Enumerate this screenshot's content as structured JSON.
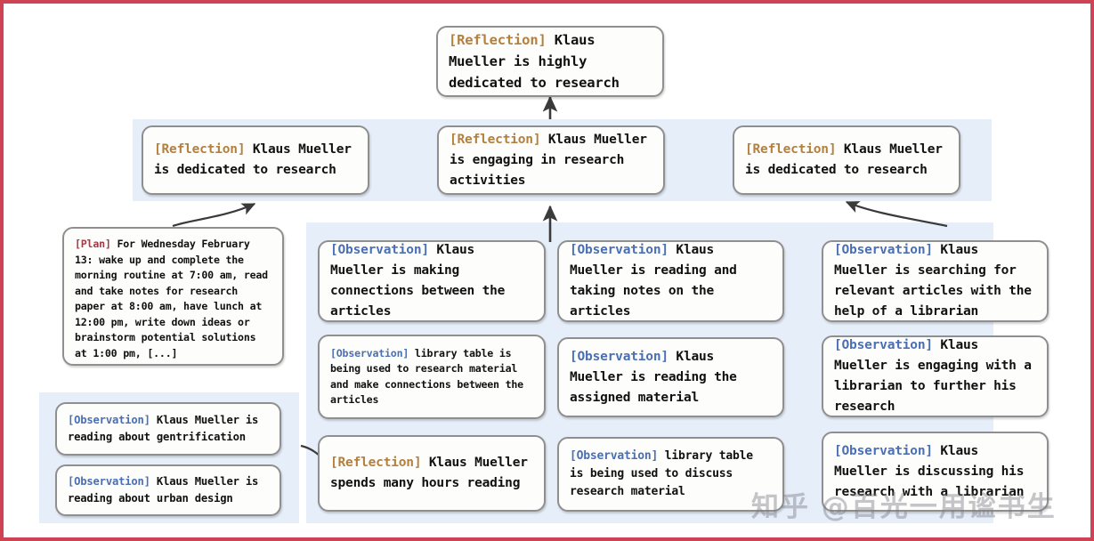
{
  "diagram": {
    "title_node": {
      "tag": "[Reflection]",
      "text": " Klaus Mueller is highly dedicated to research"
    },
    "reflections": [
      {
        "tag": "[Reflection]",
        "text": " Klaus Mueller is dedicated to research"
      },
      {
        "tag": "[Reflection]",
        "text": " Klaus Mueller is engaging in research activities"
      },
      {
        "tag": "[Reflection]",
        "text": " Klaus Mueller is dedicated to research"
      }
    ],
    "plan_node": {
      "tag": "[Plan]",
      "text": " For Wednesday February 13: wake up and complete the morning routine at 7:00 am, read and take notes for research paper at 8:00 am, have lunch at 12:00 pm, write down ideas or brainstorm potential solutions at 1:00 pm, [...]"
    },
    "column_left": [
      {
        "tag": "[Observation]",
        "text": " Klaus Mueller is reading about gentrification"
      },
      {
        "tag": "[Observation]",
        "text": " Klaus Mueller is reading about urban design"
      }
    ],
    "column_two": [
      {
        "tag": "[Observation]",
        "text": " Klaus Mueller is making connections between the articles"
      },
      {
        "tag": "[Observation]",
        "text": " library table is being used to research material and make connections between the articles"
      },
      {
        "tag": "[Reflection]",
        "text": " Klaus Mueller spends many hours reading"
      }
    ],
    "column_three": [
      {
        "tag": "[Observation]",
        "text": " Klaus Mueller is reading and taking notes on the articles"
      },
      {
        "tag": "[Observation]",
        "text": " Klaus Mueller is reading the assigned material"
      },
      {
        "tag": "[Observation]",
        "text": " library table is being used to discuss research material"
      }
    ],
    "column_four": [
      {
        "tag": "[Observation]",
        "text": " Klaus Mueller is searching for relevant articles with the help of a librarian"
      },
      {
        "tag": "[Observation]",
        "text": " Klaus Mueller is engaging with a librarian to further his research"
      },
      {
        "tag": "[Observation]",
        "text": " Klaus Mueller is discussing his research with a librarian"
      }
    ],
    "watermark": "知乎 @百光一用谧书生",
    "colors": {
      "border_accent": "#cf4455",
      "panel_bg": "#e6eef9",
      "node_border": "#8f8f8f",
      "node_bg": "#fdfdfb",
      "reflection_tag": "#b3803f",
      "observation_tag": "#4a6fb5",
      "plan_tag": "#a33a44",
      "arrow": "#3a3a3a"
    }
  }
}
